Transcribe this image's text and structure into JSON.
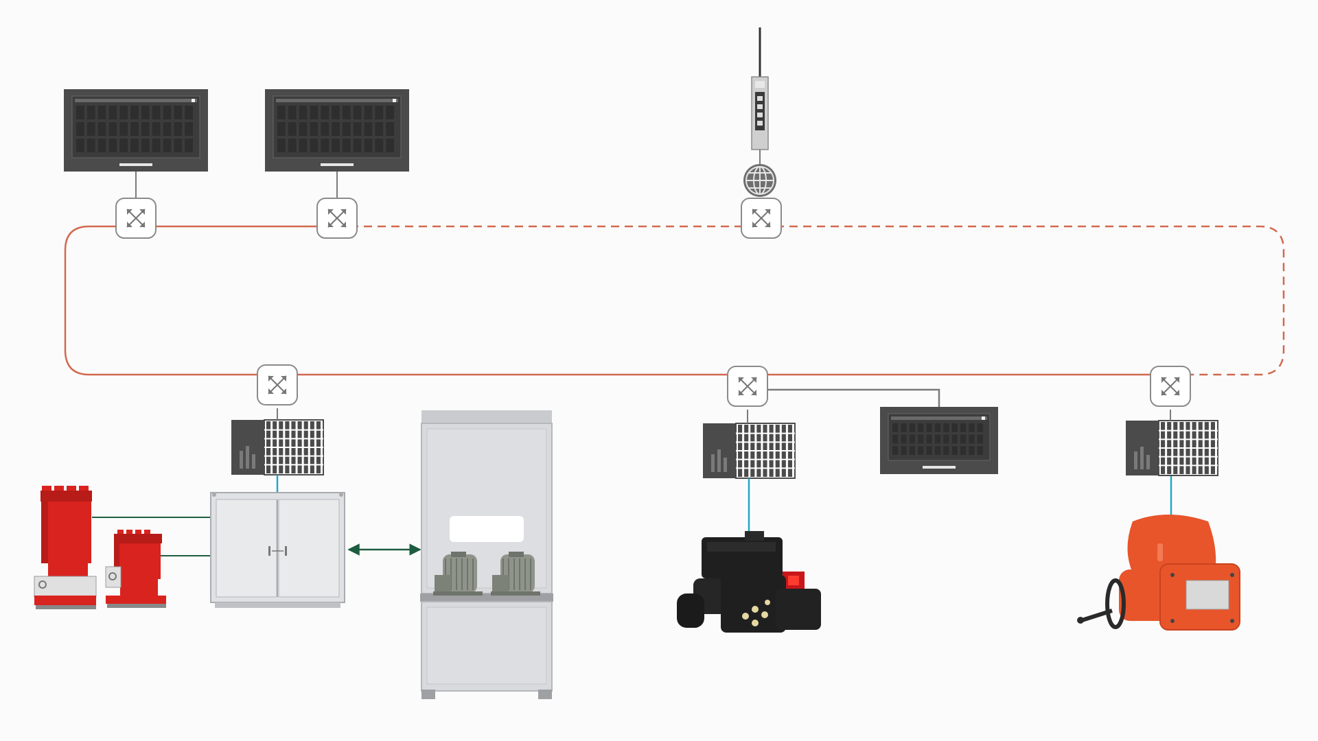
{
  "diagram": {
    "colors": {
      "background": "#fbfbfb",
      "ring": "#d2694e",
      "switch_stroke": "#8a8a8a",
      "panel_dark": "#4b4b4b",
      "panel_key": "#2e2e2e",
      "link_blue": "#22a6c9",
      "link_green": "#1d5c3f",
      "gray_line": "#7a7a7a",
      "cabinet": "#d4d6d9",
      "red_device": "#d9231f",
      "orange_actuator": "#e8552a",
      "black_actuator": "#1f1f1f",
      "motor": "#8e948a"
    },
    "ring": {
      "segments": [
        "solid",
        "dashed"
      ]
    },
    "icons": [
      "hmi-monitor-icon",
      "network-switch-icon",
      "wireless-router-icon",
      "globe-icon",
      "controller-module-icon",
      "control-cabinet-icon",
      "machine-enclosure-icon",
      "motor-icon",
      "transformer-icon",
      "electric-actuator-icon",
      "valve-actuator-icon",
      "bidirectional-arrow-icon"
    ],
    "devices": {
      "switches": [
        "switch-1",
        "switch-2",
        "switch-3",
        "switch-4",
        "switch-5",
        "switch-6"
      ],
      "monitors": [
        "monitor-1",
        "monitor-2",
        "monitor-3"
      ],
      "controllers": [
        "controller-1",
        "controller-2",
        "controller-3"
      ]
    }
  }
}
